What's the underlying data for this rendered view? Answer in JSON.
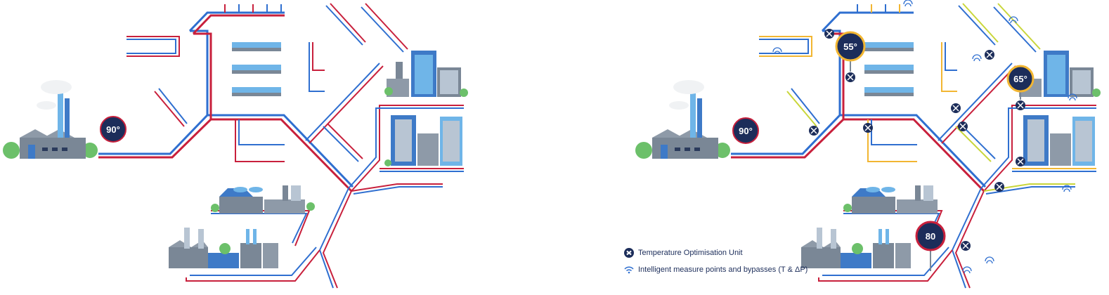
{
  "left_panel": {
    "plant_temperature": "90°"
  },
  "right_panel": {
    "plant_temperature": "90°",
    "badges": [
      {
        "label": "55°"
      },
      {
        "label": "65°"
      },
      {
        "label": "80"
      }
    ]
  },
  "legend": {
    "items": [
      {
        "icon": "temperature-optimisation-unit-icon",
        "label": "Temperature Optimisation Unit"
      },
      {
        "icon": "wifi-icon",
        "label": "Intelligent measure points and bypasses (T & ΔP)"
      }
    ]
  },
  "colors": {
    "supply_pipe": "#c8203c",
    "return_pipe": "#2f6fd0",
    "optimised_return": "#f2b632",
    "low_temp": "#c9d63a",
    "badge": "#1c2d5a",
    "building_blue": "#3e7ac7",
    "building_grey": "#7a8796",
    "tree_green": "#6cc06a"
  }
}
